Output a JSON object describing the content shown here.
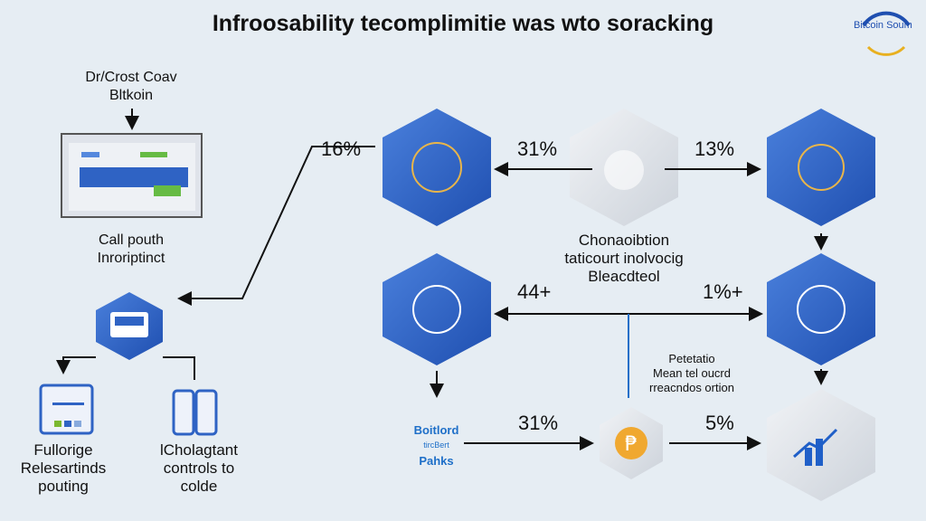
{
  "title": "Infroosability tecomplimitie was wto soracking",
  "logo": "Bitcoin Soum",
  "top_left_label": [
    "Dr/Crost Coav",
    "Bltkoin"
  ],
  "mid_left_label": [
    "Call pouth",
    "Inroriptinct"
  ],
  "bottom_left_labels": [
    [
      "Fullorige",
      "Relesartinds",
      "pouting"
    ],
    [
      "lCholagtant",
      "controls to",
      "colde"
    ]
  ],
  "percents": {
    "p1": "16%",
    "p2": "31%",
    "p3": "13%",
    "p4": "44+",
    "p5": "1%+",
    "p6": "31%",
    "p7": "5%"
  },
  "center_label": [
    "Chonaoibtion",
    "taticourt inolvocig",
    "Bleacdteol"
  ],
  "right_mid_label": [
    "Petetatio",
    "Mean tel oucrd",
    "rreacndos ortion"
  ],
  "bottom_blue_label": [
    "Boitlord",
    "tircBert",
    "Pahks"
  ],
  "colors": {
    "hex_blue": "#2f63c4",
    "hex_light": "#d9dee6",
    "accent": "#1e6fc8"
  }
}
